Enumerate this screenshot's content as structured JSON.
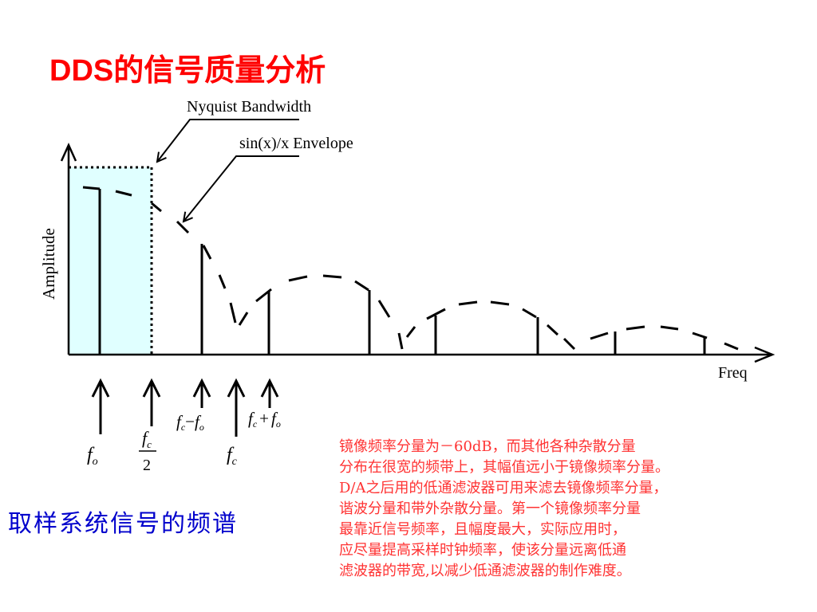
{
  "title": {
    "prefix": "DDS",
    "rest": "的信号质量分析"
  },
  "diagram": {
    "nyquist_label": "Nyquist Bandwidth",
    "envelope_label": "sin(x)/x Envelope",
    "y_axis_label": "Amplitude",
    "x_axis_label": "Freq",
    "markers": {
      "fo": {
        "f": "f",
        "sub": "o"
      },
      "fc_half": {
        "f": "f",
        "sub": "c",
        "den": "2"
      },
      "fc_minus_fo": {
        "f1": "f",
        "sub1": "c",
        "op": "−",
        "f2": "f",
        "sub2": "o"
      },
      "fc": {
        "f": "f",
        "sub": "c"
      },
      "fc_plus_fo": {
        "f1": "f",
        "sub1": "c",
        "op": "+",
        "f2": "f",
        "sub2": "o"
      }
    },
    "colors": {
      "nyquist_fill": "#e0ffff",
      "line": "#000000"
    }
  },
  "caption": "取样系统信号的频谱",
  "notes": [
    "镜像频率分量为－60dB，而其他各种杂散分量",
    "分布在很宽的频带上，其幅值远小于镜像频率分量。",
    "D/A之后用的低通滤波器可用来滤去镜像频率分量，",
    "谐波分量和带外杂散分量。第一个镜像频率分量",
    "最靠近信号频率，且幅度最大，实际应用时，",
    "应尽量提高采样时钟频率，使该分量远离低通",
    "滤波器的带宽,以减少低通滤波器的制作难度。"
  ],
  "colors": {
    "title": "#ff0000",
    "caption": "#0000cc",
    "notes": "#ff3333"
  }
}
